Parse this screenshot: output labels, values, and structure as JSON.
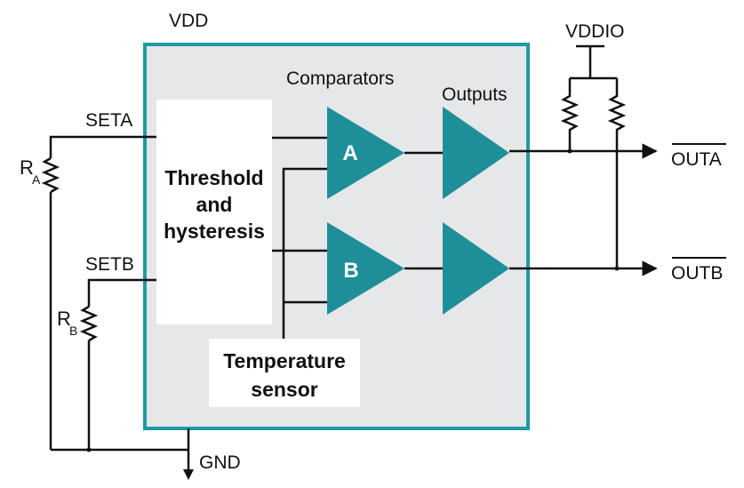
{
  "labels": {
    "vdd": "VDD",
    "vddio": "VDDIO",
    "gnd": "GND",
    "seta": "SETA",
    "setb": "SETB",
    "ra_main": "R",
    "ra_sub": "A",
    "rb_main": "R",
    "rb_sub": "B",
    "comparators": "Comparators",
    "outputs": "Outputs",
    "comp_a": "A",
    "comp_b": "B",
    "threshold_line1": "Threshold",
    "threshold_line2": "and",
    "threshold_line3": "hysteresis",
    "temp_line1": "Temperature",
    "temp_line2": "sensor",
    "outa": "OUTA",
    "outb": "OUTB"
  },
  "colors": {
    "chip_fill": "#e6e7e8",
    "chip_border": "#1e9aa6",
    "triangle_fill": "#1e8f99",
    "wire": "#111111"
  }
}
